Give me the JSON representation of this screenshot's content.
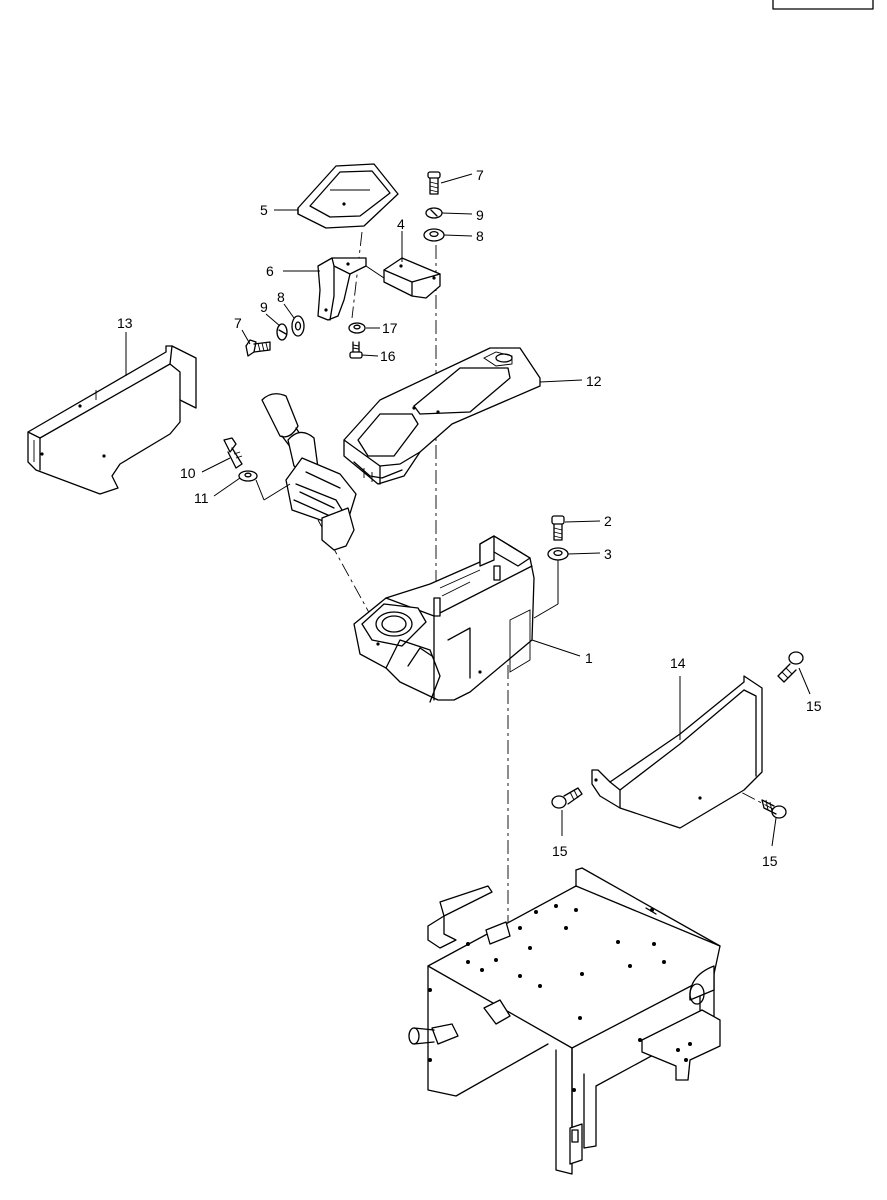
{
  "corner_box": "",
  "callouts": [
    "7",
    "9",
    "8",
    "5",
    "4",
    "6",
    "9",
    "8",
    "7",
    "17",
    "16",
    "13",
    "12",
    "10",
    "11",
    "2",
    "3",
    "1",
    "14",
    "15",
    "15",
    "15"
  ]
}
